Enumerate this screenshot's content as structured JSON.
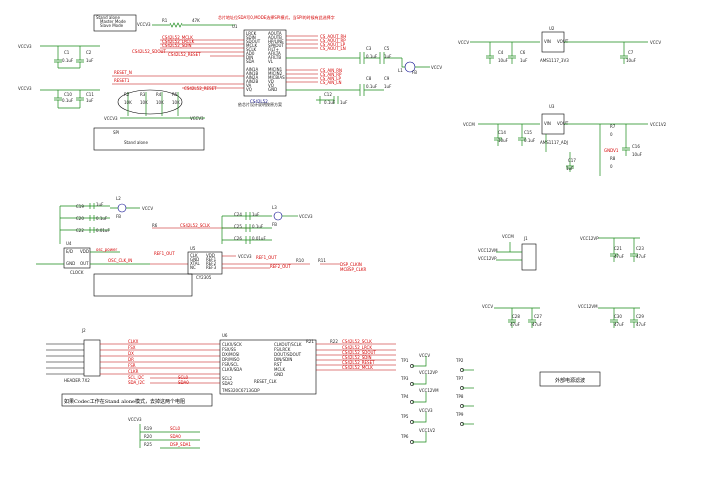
{
  "notes": {
    "mode_box": [
      "Stand alone",
      "Master Mode",
      "Slave Mode"
    ],
    "top_note": "芯片地址位SDA写0,MODE选择SPI模式，当SPI的时候有此选择字",
    "u1_caption": "依芯片设计说明按原方案",
    "stand_alone_box": [
      "SPI",
      "Stand alone"
    ],
    "external_filter": "外部电源滤波",
    "codec_standalone": "如果Codec工作在Stand alone模式，去掉这两个电阻"
  },
  "nets": {
    "vccv3": "VCCV3",
    "vccv": "VCCV",
    "vccm": "VCCM",
    "vcc1v2": "VCC1V2",
    "vcc12vp": "VCC12VP",
    "vcc12vm": "VCC12VM",
    "vgnd": "GNDV1",
    "osc_power": "osc_power",
    "osc_clk": "OSC_CLK_IN",
    "osc_sclk": "CS42L52_SCLK",
    "ref_out": "REF1_OUT",
    "ref2_out": "REF2_OUT",
    "dsp_clkin": "DSP_CLKIN",
    "mcbsp_clkr": "MCBSP_CLKR",
    "scl_i2c": "SCL_I2C",
    "sda_i2c": "SDA_I2C",
    "scl_short": "SCL0",
    "sda_short": "SDA0",
    "scl_bottom": "SCL0",
    "sda_bottom": "SDA0",
    "dsp_sda": "DSP_SDA1"
  },
  "components": {
    "r1": "R1",
    "r1_value": "47K",
    "u1": "U1",
    "u1_part": "CS42L52",
    "c1": "C1",
    "c1_value": "0.1uF",
    "c2": "C2",
    "c2_value": "1uF",
    "c10": "C10",
    "c10_value": "0.1uF",
    "c11": "C11",
    "c11_value": "1uF",
    "c3": "C3",
    "c3_value": "0.1uF",
    "c5": "C5",
    "c5_value": "1uF",
    "c8": "C8",
    "c8_value": "0.1uF",
    "c9": "C9",
    "c9_value": "1uF",
    "c12": "C12",
    "c12_value": "0.1uF",
    "c12b_value": "1uF",
    "l1": "L1",
    "l1_value": "FB",
    "r2": "R2",
    "r2_value": "10K",
    "r3": "R3",
    "r3_value": "10K",
    "r4": "R4",
    "r4_value": "10K",
    "r5": "R5",
    "r5_value": "10K",
    "c19": "C19",
    "c19_value": "1uF",
    "c20": "C20",
    "c20_value": "0.1uF",
    "c22": "C22",
    "c22_value": "0.01uF",
    "l2": "L2",
    "l2_value": "FB",
    "u4": "U4",
    "r6": "R6",
    "u5": "U5",
    "c24": "C24",
    "c24_value": "1uF",
    "c25": "C25",
    "c25_value": "0.1uF",
    "c26": "C26",
    "c26_value": "0.01uF",
    "l3": "L3",
    "l3_value": "FB",
    "r10": "R10",
    "r11": "R11",
    "u2": "U2",
    "c4": "C4",
    "c4_value": "10uF",
    "c6": "C6",
    "c6_value": "1uF",
    "c7": "C7",
    "c7_value": "10uF",
    "u3": "U3",
    "c14": "C14",
    "c14_value": "10uF",
    "c15": "C15",
    "c15_value": "0.1uF",
    "c16": "C16",
    "c16_value": "10uF",
    "c17": "C17",
    "c17_value": "1uF",
    "r7": "R7",
    "r7_value": "0",
    "r8": "R8",
    "r8_value": "0",
    "j1": "J1",
    "c21": "C21",
    "c21_value": "47uF",
    "c23": "C23",
    "c23_value": "47uF",
    "c27": "C27",
    "c27_value": "47uF",
    "c28": "C28",
    "c28_value": "47uF",
    "c29": "C29",
    "c29_value": "47uF",
    "c30": "C30",
    "c30_value": "47uF",
    "j2": "J2",
    "j2_part": "HEADER 7X2",
    "u6": "U6",
    "r21": "R21",
    "r22": "R22",
    "r19": "R19",
    "r20": "R20",
    "r25": "R25"
  },
  "u1": {
    "pins_left": [
      "LRCK",
      "SDIN",
      "SDOUT",
      "MCLK",
      "SCLK",
      "AD0",
      "DIN",
      "SDA",
      "AIN1A",
      "AIN1B",
      "AIN2A",
      "AIN2B",
      "VA",
      "VQ"
    ],
    "pins_right": [
      "AOUTA",
      "AOUTB",
      "HP/LINE",
      "SPKOUT",
      "FILT+",
      "AFILTA",
      "AFILTB",
      "VL",
      "MICIN1",
      "MICIN2",
      "MICBIAS",
      "VD",
      "VQ",
      "GND"
    ],
    "left_nets": [
      "CS42L52_MCLK",
      "CS42L52_LRCLK",
      "CS42L52_SDIN",
      "CS42L52_SDOUT",
      "CS42L52_RESET",
      "RESET_N",
      "RESET1",
      "CS42L52_RESET"
    ],
    "right_nets": [
      "CS_AOUT_RH",
      "CS_AOUT_RP",
      "CS_AOUT_LP",
      "CS_AOUT_LN",
      "CS_AIN_RN",
      "CS_AIN_RP",
      "CS_AIN_LP",
      "CS_AIN_LN"
    ]
  },
  "u4": {
    "pins": [
      "E/D",
      "VDD",
      "GND",
      "OUT"
    ],
    "part": "CLOCK"
  },
  "u5": {
    "pins": [
      "CLK",
      "GND",
      "XTAL",
      "NC",
      "VDD",
      "REF1",
      "REF2",
      "REF3"
    ],
    "part": "CY2305"
  },
  "u2": {
    "vin": "VIN",
    "vout": "VOUT",
    "part": "AMS1117_3V3"
  },
  "u3": {
    "vin": "VIN",
    "vout": "VOUT",
    "part": "AMS1117_ADJ"
  },
  "j2": {
    "nets": [
      "CLKX",
      "FSX",
      "DX",
      "DR",
      "FSR",
      "CLKR"
    ]
  },
  "u6": {
    "pins_left": [
      "CLKX/SCK",
      "FSX/SS",
      "DX/MOSI",
      "DR/MISO",
      "FSR/SCL",
      "CLKR/SDA",
      "SCL2",
      "SDA2"
    ],
    "pins_right": [
      "CLKOUT/SCLK",
      "FS/LRCK",
      "DOUT/SDOUT",
      "DIN/SDIN",
      "RST",
      "MCLK",
      "GND"
    ],
    "reset_label": "RESET_CLK",
    "part": "TMS320C6713GDP",
    "right_nets": [
      "CS42L52_SCLK",
      "CS42L52_LRCK",
      "CS42L52_SDOUT",
      "CS42L52_SDIN",
      "CS42L52_RESET",
      "CS42L52_MCLK"
    ]
  },
  "testpoints": [
    {
      "id": "TP1",
      "net": "VCCV"
    },
    {
      "id": "TP3",
      "net": "VCC12VP"
    },
    {
      "id": "TP4",
      "net": "VCC12VM"
    },
    {
      "id": "TP5",
      "net": "VCCV3"
    },
    {
      "id": "TP6",
      "net": "VCC1V2"
    },
    {
      "id": "TP2"
    },
    {
      "id": "TP7"
    },
    {
      "id": "TP8"
    },
    {
      "id": "TP9"
    }
  ]
}
